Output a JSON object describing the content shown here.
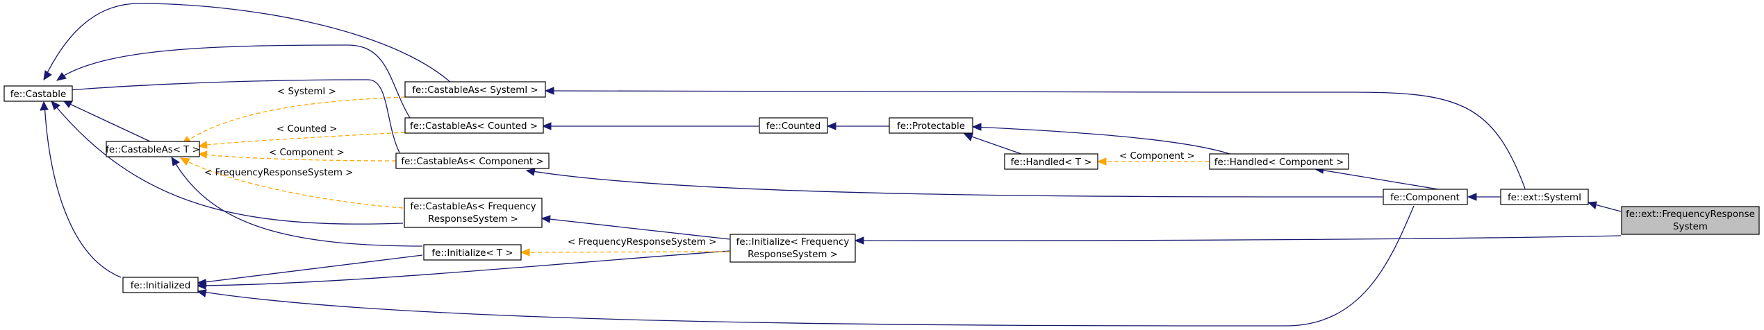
{
  "nodes": {
    "castable": "fe::Castable",
    "castable_as_t": "fe::CastableAs< T >",
    "initialized": "fe::Initialized",
    "castable_as_systemi": "fe::CastableAs< SystemI >",
    "castable_as_counted": "fe::CastableAs< Counted >",
    "castable_as_component": "fe::CastableAs< Component >",
    "castable_as_frs_line1": "fe::CastableAs< Frequency",
    "castable_as_frs_line2": "ResponseSystem >",
    "initialize_t": "fe::Initialize< T >",
    "counted": "fe::Counted",
    "initialize_frs_line1": "fe::Initialize< Frequency",
    "initialize_frs_line2": "ResponseSystem >",
    "protectable": "fe::Protectable",
    "handled_t": "fe::Handled< T >",
    "handled_component": "fe::Handled< Component >",
    "component": "fe::Component",
    "systemi": "fe::ext::SystemI",
    "frs_line1": "fe::ext::FrequencyResponse",
    "frs_line2": "System"
  },
  "edge_labels": {
    "systemi": "< SystemI >",
    "counted": "< Counted >",
    "component": "< Component >",
    "frs": "< FrequencyResponseSystem >",
    "initialize_frs": "< FrequencyResponseSystem >",
    "handled_component": "< Component >"
  },
  "colors": {
    "inheritance_edge": "#191970",
    "template_edge": "#ffa500",
    "highlight_fill": "#bfbfbf"
  }
}
